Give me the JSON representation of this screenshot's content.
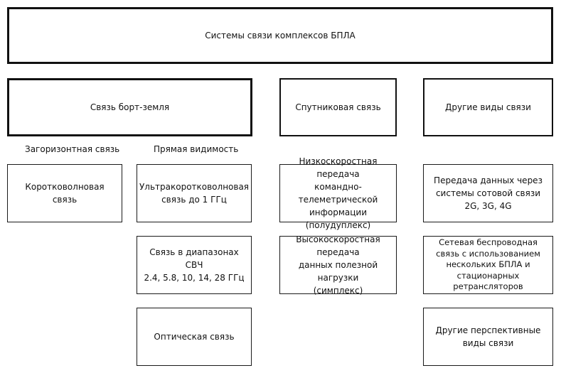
{
  "root": {
    "label": "Системы связи комплексов БПЛА"
  },
  "categories": [
    {
      "label": "Связь борт-земля"
    },
    {
      "label": "Спутниковая связь"
    },
    {
      "label": "Другие виды связи"
    }
  ],
  "subheaders": {
    "beyond_horizon": "Загоризонтная связь",
    "line_of_sight": "Прямая видимость"
  },
  "leaves": {
    "shortwave": [
      "Коротковолновая",
      "связь"
    ],
    "uhf": [
      "Ультракоротковолновая",
      "связь до 1 ГГц"
    ],
    "microwave": [
      "Связь в диапазонах СВЧ",
      "2.4, 5.8, 10, 14, 28 ГГц"
    ],
    "optical": [
      "Оптическая связь"
    ],
    "sat_low": [
      "Низкоскоростная передача",
      "командно-телеметрической",
      "информации (полудуплекс)"
    ],
    "sat_high": [
      "Высокоскоростная передача",
      "данных полезной нагрузки",
      "(симплекс)"
    ],
    "cellular": [
      "Передача данных через",
      "системы сотовой связи",
      "2G, 3G, 4G"
    ],
    "wireless_net": [
      "Сетевая беспроводная",
      "связь с использованием",
      "нескольких БПЛА и",
      "стационарных ретрансляторов"
    ],
    "other_prospective": [
      "Другие перспективные",
      "виды связи"
    ]
  }
}
